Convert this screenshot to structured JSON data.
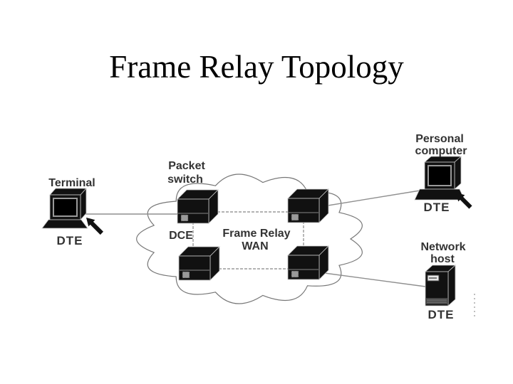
{
  "title": "Frame Relay Topology",
  "diagram": {
    "terminal": {
      "label": "Terminal",
      "device_type_label": "DTE"
    },
    "packet_switch": {
      "label_line1": "Packet",
      "label_line2": "switch",
      "dce_label": "DCE"
    },
    "wan_cloud": {
      "label_line1": "Frame Relay",
      "label_line2": "WAN"
    },
    "personal_computer": {
      "label_line1": "Personal",
      "label_line2": "computer",
      "device_type_label": "DTE"
    },
    "network_host": {
      "label_line1": "Network",
      "label_line2": "host",
      "device_type_label": "DTE"
    },
    "colors": {
      "background": "#ffffff",
      "title_text": "#000000",
      "label_text": "#333333",
      "device_fill": "#111111",
      "connector_line": "#8f8f8f",
      "cloud_outline": "#777777"
    }
  }
}
